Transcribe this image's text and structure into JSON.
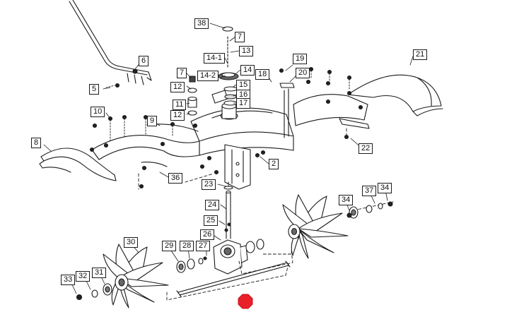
{
  "diagram": {
    "callouts": [
      "38",
      "7",
      "13",
      "14-1",
      "14",
      "14-2",
      "15",
      "16",
      "17",
      "7",
      "12",
      "11",
      "12",
      "18",
      "19",
      "20",
      "21",
      "6",
      "5",
      "10",
      "9",
      "8",
      "2",
      "22",
      "36",
      "23",
      "24",
      "25",
      "26",
      "27",
      "28",
      "29",
      "30",
      "31",
      "32",
      "33",
      "34",
      "37",
      "34"
    ],
    "colors": {
      "line": "#1a1a1a",
      "accent": "#e8202a",
      "part_fill": "#ffffff",
      "hub_fill": "#555555"
    },
    "marker": {
      "color": "#e8202a",
      "icon": "octagon-marker-icon"
    }
  }
}
